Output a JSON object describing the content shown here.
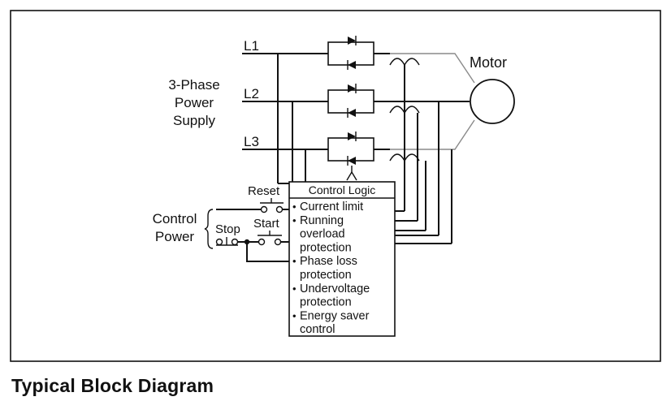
{
  "labels": {
    "l1": "L1",
    "l2": "L2",
    "l3": "L3",
    "motor": "Motor",
    "supply_line1": "3-Phase",
    "supply_line2": "Power",
    "supply_line3": "Supply",
    "control_line1": "Control",
    "control_line2": "Power",
    "reset": "Reset",
    "start": "Start",
    "stop": "Stop"
  },
  "control_logic": {
    "title": "Control Logic",
    "bullet": "•",
    "lines": [
      {
        "bullet": true,
        "text": "Current limit"
      },
      {
        "bullet": true,
        "text": "Running"
      },
      {
        "bullet": false,
        "text": "overload"
      },
      {
        "bullet": false,
        "text": "protection"
      },
      {
        "bullet": true,
        "text": "Phase loss"
      },
      {
        "bullet": false,
        "text": "protection"
      },
      {
        "bullet": true,
        "text": "Undervoltage"
      },
      {
        "bullet": false,
        "text": "protection"
      },
      {
        "bullet": true,
        "text": "Energy saver"
      },
      {
        "bullet": false,
        "text": "control"
      }
    ]
  },
  "caption": "Typical Block Diagram"
}
